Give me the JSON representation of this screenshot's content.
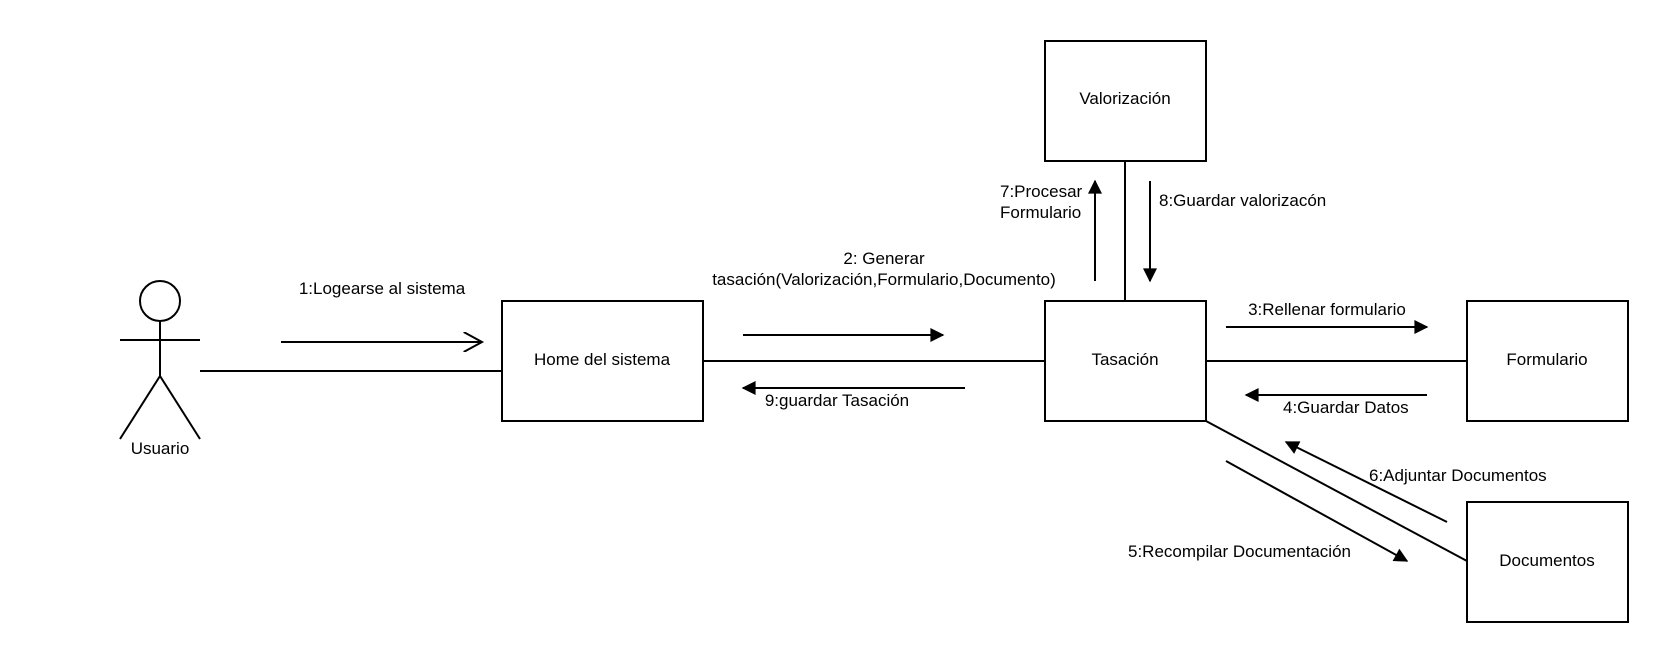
{
  "actor": {
    "name": "Usuario"
  },
  "objects": {
    "home": "Home del sistema",
    "tasacion": "Tasación",
    "valorizacion": "Valorización",
    "formulario": "Formulario",
    "documentos": "Documentos"
  },
  "messages": {
    "m1": "1:Logearse al sistema",
    "m2_line1": "2: Generar",
    "m2_line2": "tasación(Valorización,Formulario,Documento)",
    "m3": "3:Rellenar formulario",
    "m4": "4:Guardar Datos",
    "m5": "5:Recompilar Documentación",
    "m6": "6:Adjuntar Documentos",
    "m7_line1": "7:Procesar",
    "m7_line2": "Formulario",
    "m8": "8:Guardar valorizacón",
    "m9": "9:guardar Tasación"
  }
}
